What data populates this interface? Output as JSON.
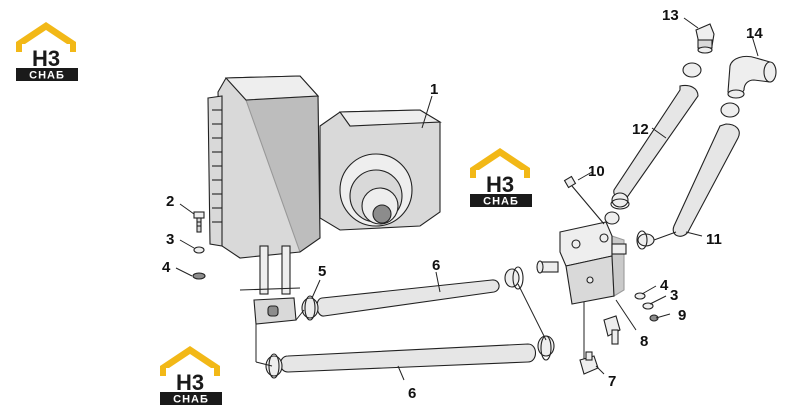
{
  "watermark": {
    "letters": "Н3",
    "word": "СНАБ",
    "colors": {
      "roof": "#f2b817",
      "text_dark": "#1a1a1a",
      "banner": "#1a1a1a",
      "banner_text": "#ffffff"
    }
  },
  "part_labels": [
    {
      "id": "1",
      "text": "1"
    },
    {
      "id": "2",
      "text": "2"
    },
    {
      "id": "3a",
      "text": "3"
    },
    {
      "id": "4a",
      "text": "4"
    },
    {
      "id": "5",
      "text": "5"
    },
    {
      "id": "6a",
      "text": "6"
    },
    {
      "id": "6b",
      "text": "6"
    },
    {
      "id": "7",
      "text": "7"
    },
    {
      "id": "8",
      "text": "8"
    },
    {
      "id": "9",
      "text": "9"
    },
    {
      "id": "3b",
      "text": "3"
    },
    {
      "id": "4b",
      "text": "4"
    },
    {
      "id": "10",
      "text": "10"
    },
    {
      "id": "11",
      "text": "11"
    },
    {
      "id": "12",
      "text": "12"
    },
    {
      "id": "13",
      "text": "13"
    },
    {
      "id": "14",
      "text": "14"
    }
  ]
}
